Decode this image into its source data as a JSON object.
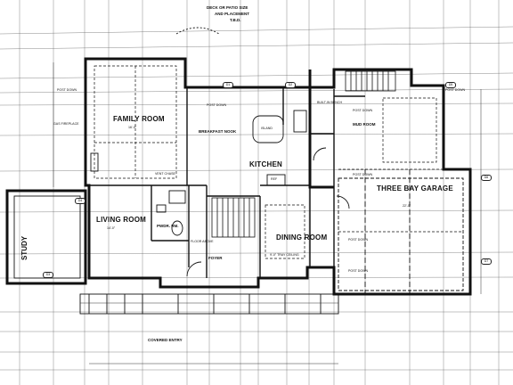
{
  "plan": {
    "rooms": {
      "family_room": "FAMILY ROOM",
      "kitchen": "KITCHEN",
      "breakfast_nook": "BREAKFAST NOOK",
      "living_room": "LIVING ROOM",
      "study": "STUDY",
      "dining_room": "DINING ROOM",
      "garage": "THREE BAY GARAGE",
      "powder_rm": "PWDR. RM.",
      "foyer": "FOYER",
      "mud_room": "MUD ROOM",
      "covered_entry": "COVERED ENTRY"
    },
    "notes": {
      "deck": "DECK OR PATIO SIZE",
      "deck2": "AND PLACEMENT",
      "deck3": "T.B.D.",
      "gas_fireplace": "GAS FIREPLACE",
      "island": "ISLAND",
      "ref": "REF",
      "vent_chase": "VENT CHASE",
      "floor_above": "FLOOR ABOVE",
      "built_in_bench": "BUILT-IN BENCH",
      "post_down": "POST DOWN",
      "tray_ceiling": "9'-0\" TRAY CEILING",
      "family_dim": "16'-0\"",
      "garage_dim": "22'-0\"",
      "living_dim": "14'-0\""
    },
    "tags": [
      "D1",
      "D2",
      "D3",
      "D4",
      "D5",
      "D6",
      "D7"
    ]
  }
}
